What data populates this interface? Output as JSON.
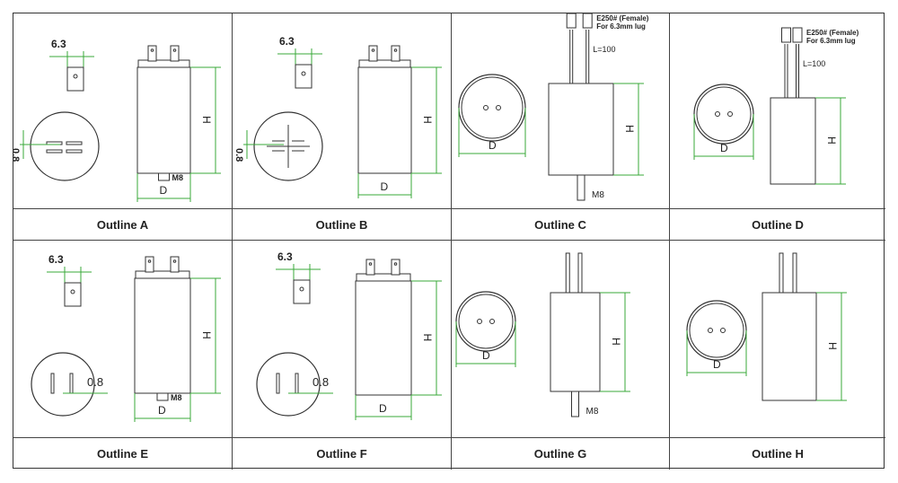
{
  "outlines": [
    {
      "label": "Outline A",
      "texts": {
        "tab": "6.3",
        "thick": "0.8",
        "h": "H",
        "d": "D",
        "stud": "M8"
      }
    },
    {
      "label": "Outline B",
      "texts": {
        "tab": "6.3",
        "thick": "0.8",
        "h": "H",
        "d": "D"
      }
    },
    {
      "label": "Outline C",
      "texts": {
        "lug1": "E250# (Female)",
        "lug2": "For 6.3mm lug",
        "len": "L=100",
        "h": "H",
        "d": "D",
        "stud": "M8"
      }
    },
    {
      "label": "Outline D",
      "texts": {
        "lug1": "E250# (Female)",
        "lug2": "For 6.3mm lug",
        "len": "L=100",
        "h": "H",
        "d": "D"
      }
    },
    {
      "label": "Outline E",
      "texts": {
        "tab": "6.3",
        "thick": "0.8",
        "h": "H",
        "d": "D",
        "stud": "M8"
      }
    },
    {
      "label": "Outline F",
      "texts": {
        "tab": "6.3",
        "thick": "0.8",
        "h": "H",
        "d": "D"
      }
    },
    {
      "label": "Outline G",
      "texts": {
        "h": "H",
        "d": "D",
        "stud": "M8"
      }
    },
    {
      "label": "Outline H",
      "texts": {
        "h": "H",
        "d": "D"
      }
    }
  ],
  "colors": {
    "line": "#333333",
    "dimension": "#3aa83a"
  }
}
